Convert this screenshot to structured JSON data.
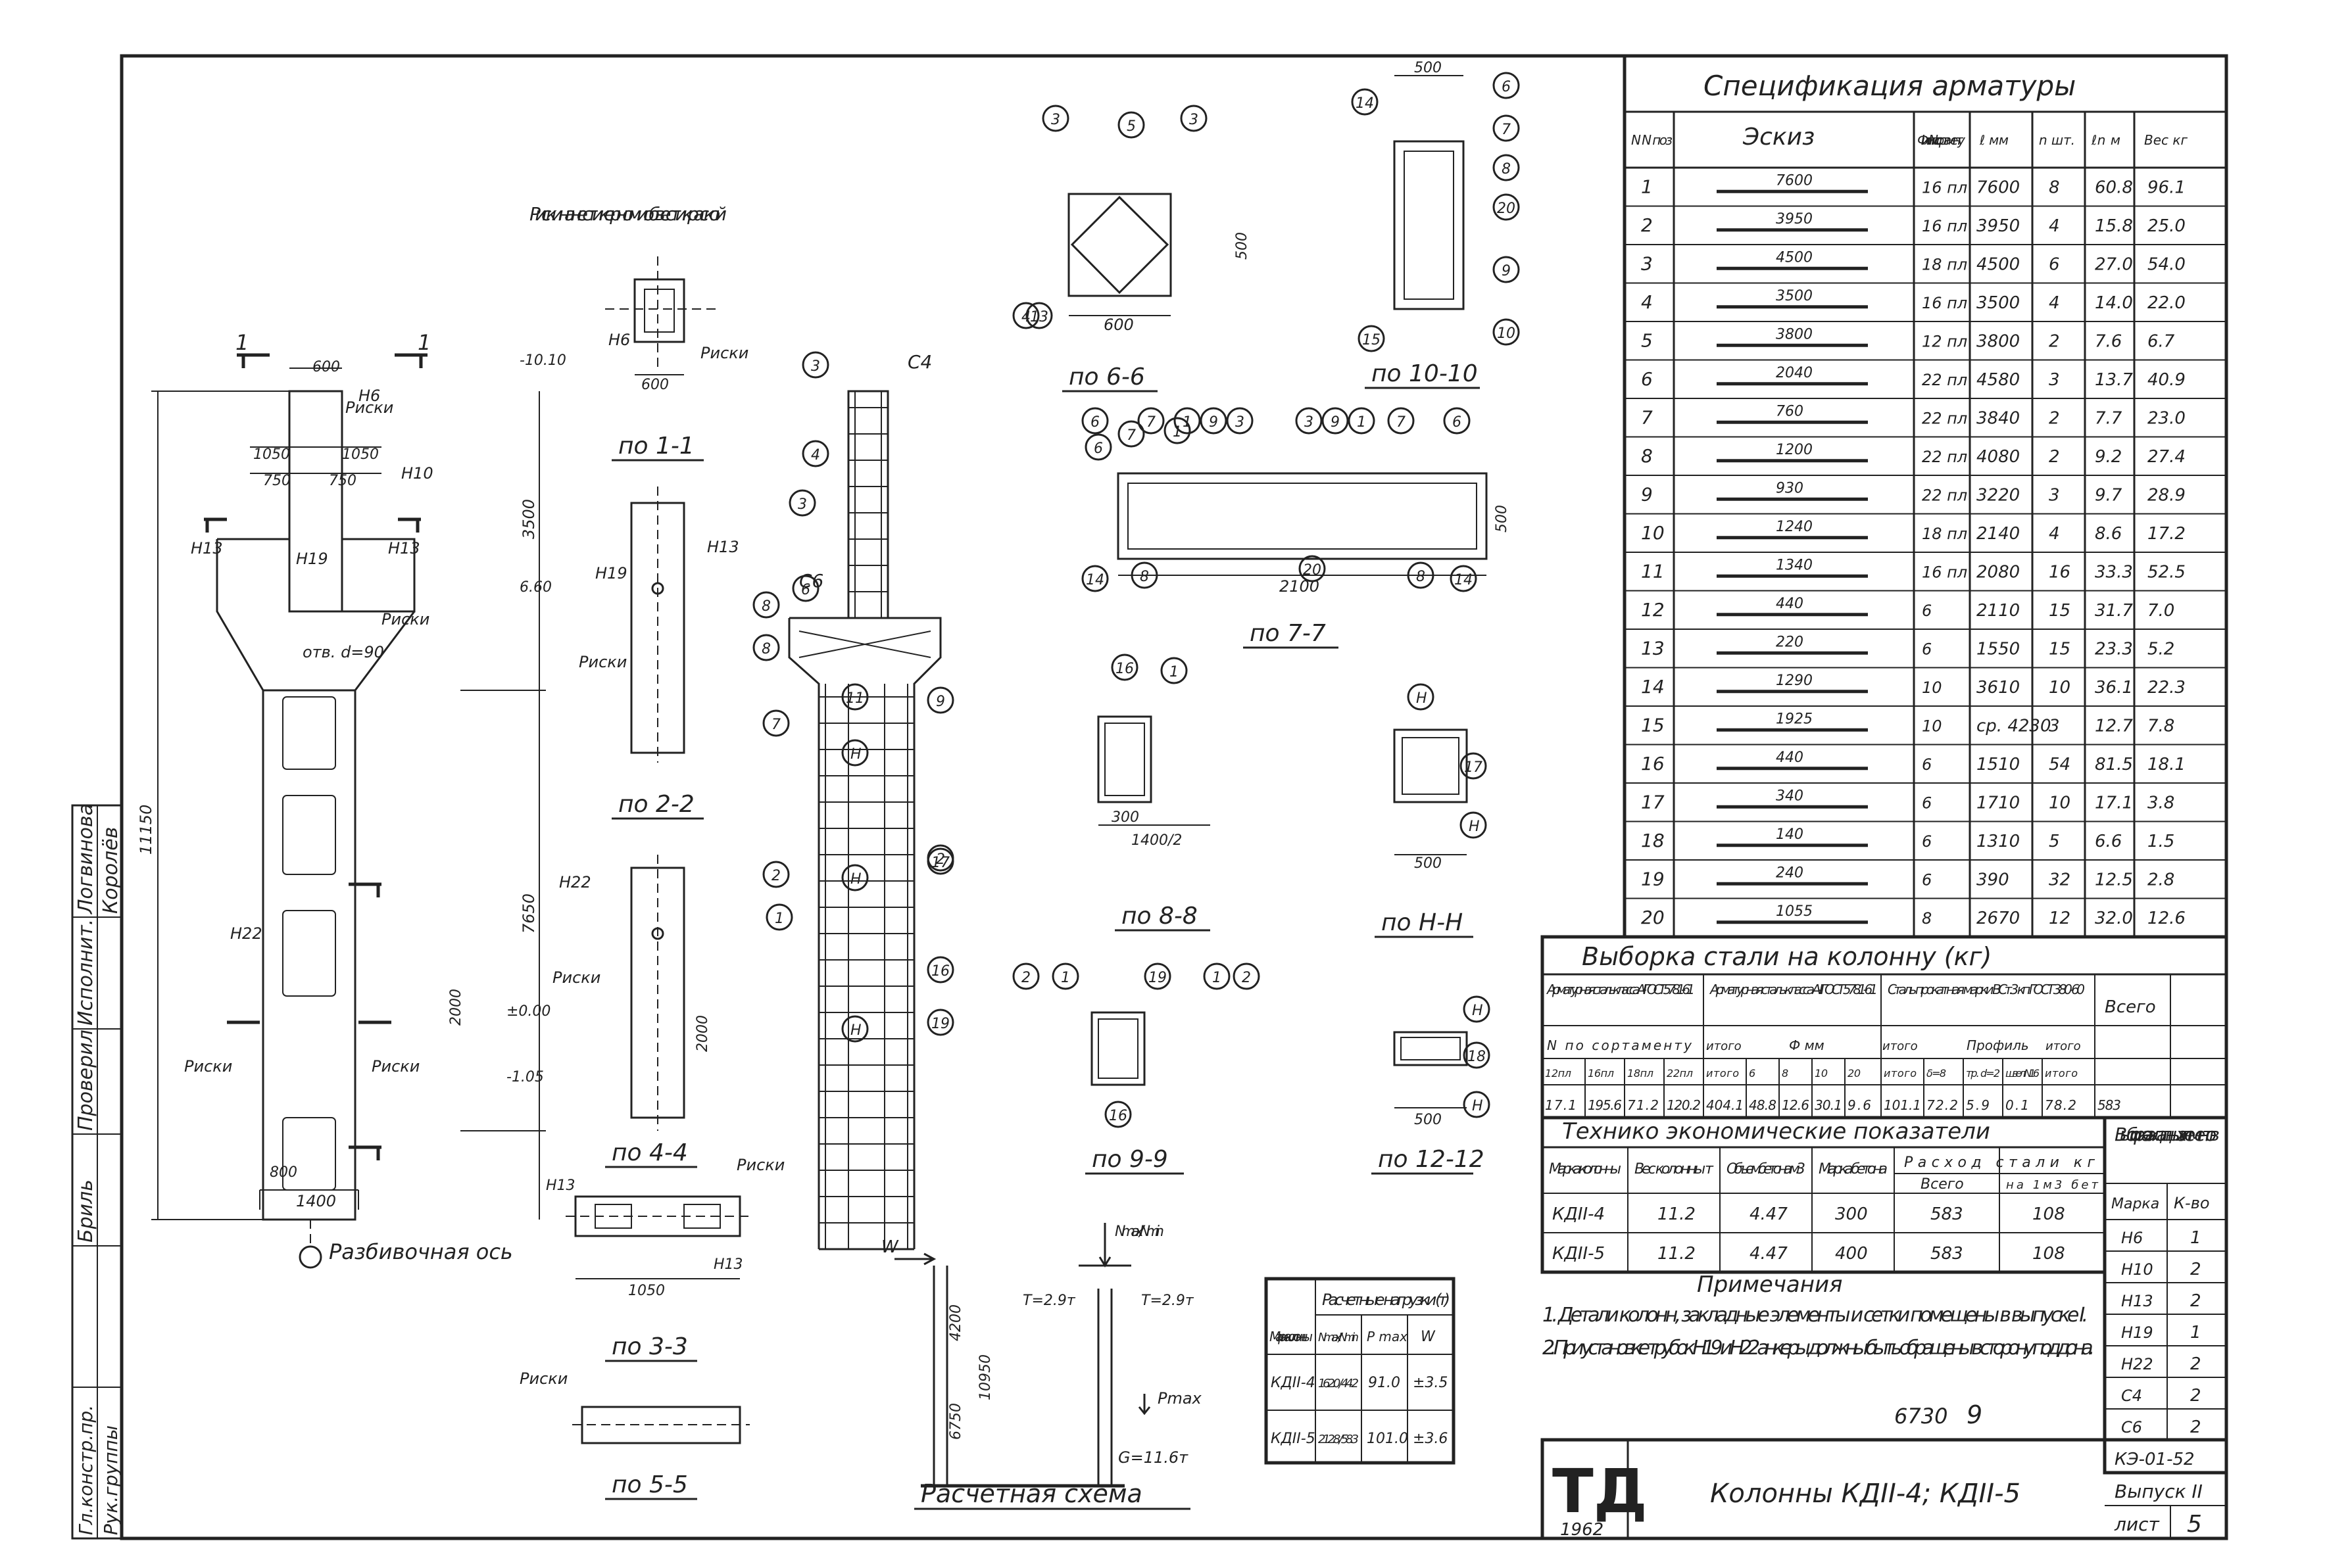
{
  "spec": {
    "title": "Спецификация арматуры",
    "headers": [
      "N N поз",
      "Эскиз",
      "Ф или N по сортаменту",
      "ℓ мм",
      "n шт.",
      "ℓn м",
      "Вес кг"
    ],
    "rows": [
      [
        "1",
        "7600",
        "16 пл",
        "7600",
        "8",
        "60.8",
        "96.1"
      ],
      [
        "2",
        "3950",
        "16 пл",
        "3950",
        "4",
        "15.8",
        "25.0"
      ],
      [
        "3",
        "4500",
        "18 пл",
        "4500",
        "6",
        "27.0",
        "54.0"
      ],
      [
        "4",
        "3500",
        "16 пл",
        "3500",
        "4",
        "14.0",
        "22.0"
      ],
      [
        "5",
        "3800",
        "12 пл",
        "3800",
        "2",
        "7.6",
        "6.7"
      ],
      [
        "6",
        "2040",
        "22 пл",
        "4580",
        "3",
        "13.7",
        "40.9"
      ],
      [
        "7",
        "760",
        "22 пл",
        "3840",
        "2",
        "7.7",
        "23.0"
      ],
      [
        "8",
        "1200",
        "22 пл",
        "4080",
        "2",
        "9.2",
        "27.4"
      ],
      [
        "9",
        "930",
        "22 пл",
        "3220",
        "3",
        "9.7",
        "28.9"
      ],
      [
        "10",
        "1240",
        "18 пл",
        "2140",
        "4",
        "8.6",
        "17.2"
      ],
      [
        "11",
        "1340",
        "16 пл",
        "2080",
        "16",
        "33.3",
        "52.5"
      ],
      [
        "12",
        "440",
        "6",
        "2110",
        "15",
        "31.7",
        "7.0"
      ],
      [
        "13",
        "220",
        "6",
        "1550",
        "15",
        "23.3",
        "5.2"
      ],
      [
        "14",
        "1290",
        "10",
        "3610",
        "10",
        "36.1",
        "22.3"
      ],
      [
        "15",
        "1925",
        "10",
        "ср. 4230",
        "3",
        "12.7",
        "7.8"
      ],
      [
        "16",
        "440",
        "6",
        "1510",
        "54",
        "81.5",
        "18.1"
      ],
      [
        "17",
        "340",
        "6",
        "1710",
        "10",
        "17.1",
        "3.8"
      ],
      [
        "18",
        "140",
        "6",
        "1310",
        "5",
        "6.6",
        "1.5"
      ],
      [
        "19",
        "240",
        "6",
        "390",
        "32",
        "12.5",
        "2.8"
      ],
      [
        "20",
        "1055",
        "8",
        "2670",
        "12",
        "32.0",
        "12.6"
      ]
    ]
  },
  "steel": {
    "title": "Выборка стали на колонну (кг)",
    "groups": [
      "Арматурная сталь класса А-III ГОСТ 5781-61",
      "Арматурная сталь класса А-I ГОСТ 5781-61",
      "Сталь прокатная марки ВСт.3 кп ГОСТ 380-60",
      "Всего"
    ],
    "sub": [
      "N по сортаменту",
      "итого",
      "Ф мм",
      "итого",
      "Профиль",
      "итого"
    ],
    "cols": [
      "12пл",
      "16пл",
      "18пл",
      "22пл",
      "итого",
      "6",
      "8",
      "10",
      "20",
      "итого",
      "δ=8",
      "тр. d=2",
      "швел. N16",
      "итого"
    ],
    "vals": [
      "17.1",
      "195.6",
      "71.2",
      "120.2",
      "404.1",
      "48.8",
      "12.6",
      "30.1",
      "9.6",
      "101.1",
      "72.2",
      "5.9",
      "0.1",
      "78.2",
      "583"
    ]
  },
  "tep": {
    "title": "Технико экономические показатели",
    "headers": [
      "Марка колонны",
      "Вес колонны т",
      "Объем бетона м3",
      "Марка бетона",
      "Расход стали кг",
      "Всего",
      "на 1м3 бет"
    ],
    "rows": [
      [
        "КДII-4",
        "11.2",
        "4.47",
        "300",
        "583",
        "108"
      ],
      [
        "КДII-5",
        "11.2",
        "4.47",
        "400",
        "583",
        "108"
      ]
    ]
  },
  "embedded": {
    "title": "Выборка закладных элементов",
    "headers": [
      "Марка",
      "К-во"
    ],
    "rows": [
      [
        "Н6",
        "1"
      ],
      [
        "Н10",
        "2"
      ],
      [
        "Н13",
        "2"
      ],
      [
        "Н19",
        "1"
      ],
      [
        "Н22",
        "2"
      ],
      [
        "С4",
        "2"
      ],
      [
        "С6",
        "2"
      ]
    ]
  },
  "loads": {
    "title": "Расчетные нагрузки (т)",
    "headers": [
      "Марка колонны",
      "N max / N min",
      "P max",
      "W"
    ],
    "rows": [
      [
        "КДII-4",
        "162.0 / 44.2",
        "91.0",
        "±3.5"
      ],
      [
        "КДII-5",
        "212.8 / 58.3",
        "101.0",
        "±3.6"
      ]
    ]
  },
  "notes": {
    "title": "Примечания",
    "items": [
      "1. Детали колонн, закладные элементы и сетки помещены в выпуске I.",
      "2. При установке трубок Н19 и Н22 анкеры должны быть обращены в сторону поддона."
    ]
  },
  "stamp": {
    "logo": "ТД",
    "year": "1962",
    "title": "Колонны КДII-4; КДII-5",
    "series": "КЭ-01-52",
    "issue": "Выпуск II",
    "sheet_label": "лист",
    "sheet_no": "5",
    "number": "6730",
    "number2": "9"
  },
  "side": {
    "roles": [
      "Исполнит.",
      "Проверил",
      "Бриль",
      "Гл.констр.пр.",
      "Рук.группы"
    ],
    "names": [
      "Логвинова",
      "Королёв"
    ]
  },
  "views": {
    "v11": "по 1-1",
    "v22": "по 2-2",
    "v33": "по 3-3",
    "v44": "по 4-4",
    "v55": "по 5-5",
    "v66": "по 6-6",
    "v77": "по 7-7",
    "v88": "по 8-8",
    "v99": "по 9-9",
    "v1010": "по 10-10",
    "vHH": "по Н-Н",
    "v1212": "по 12-12",
    "calc": "Расчетная схема",
    "axis": "Разбивочная ось"
  },
  "labels": {
    "marks_note": "Риски нанести керном и обвести краской",
    "riski": "Риски",
    "dims": {
      "d600": "600",
      "d1050": "1050",
      "d750": "750",
      "d1400": "1400",
      "d300": "300",
      "d800": "800",
      "d11150": "11150",
      "d7650": "7650",
      "d3500": "3500",
      "d2000": "2000",
      "d2100": "2100",
      "d500": "500",
      "d1400_2": "1400/2",
      "e1010": "-10.10",
      "e660": "6.60",
      "e000": "±0.00",
      "e105": "-1.05",
      "d4200": "4200",
      "d6750": "6750",
      "d10950": "10950",
      "t1": "T=2.9т",
      "t2": "T=2.9т",
      "g": "G=11.6т",
      "pmax": "Pmax",
      "nmax": "N max / N min",
      "w": "W"
    },
    "marks": [
      "Н6",
      "Н10",
      "Н13",
      "Н19",
      "Н22",
      "С4",
      "С6"
    ],
    "otv": "отв. d=90",
    "posmarks": [
      "1",
      "2",
      "3",
      "4",
      "5",
      "6",
      "7",
      "8",
      "9",
      "10",
      "11",
      "12",
      "13",
      "14",
      "15",
      "16",
      "17",
      "18",
      "19",
      "20",
      "Н"
    ]
  }
}
